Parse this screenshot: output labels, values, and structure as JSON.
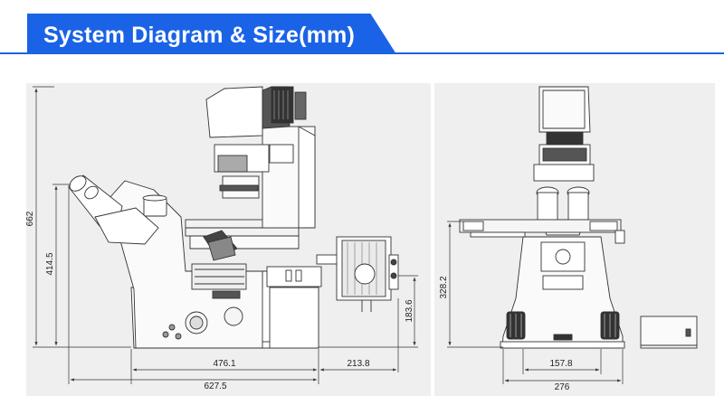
{
  "header": {
    "title": "System Diagram & Size(mm)",
    "accent_color": "#1b63e6"
  },
  "side_view": {
    "dimensions": {
      "total_height": "662",
      "eyepiece_height": "414.5",
      "lamp_height": "183.6",
      "body_length": "476.1",
      "lamp_depth": "213.8",
      "total_length": "627.5"
    }
  },
  "front_view": {
    "dimensions": {
      "height": "328.2",
      "base_width": "157.8",
      "total_width": "276"
    }
  }
}
